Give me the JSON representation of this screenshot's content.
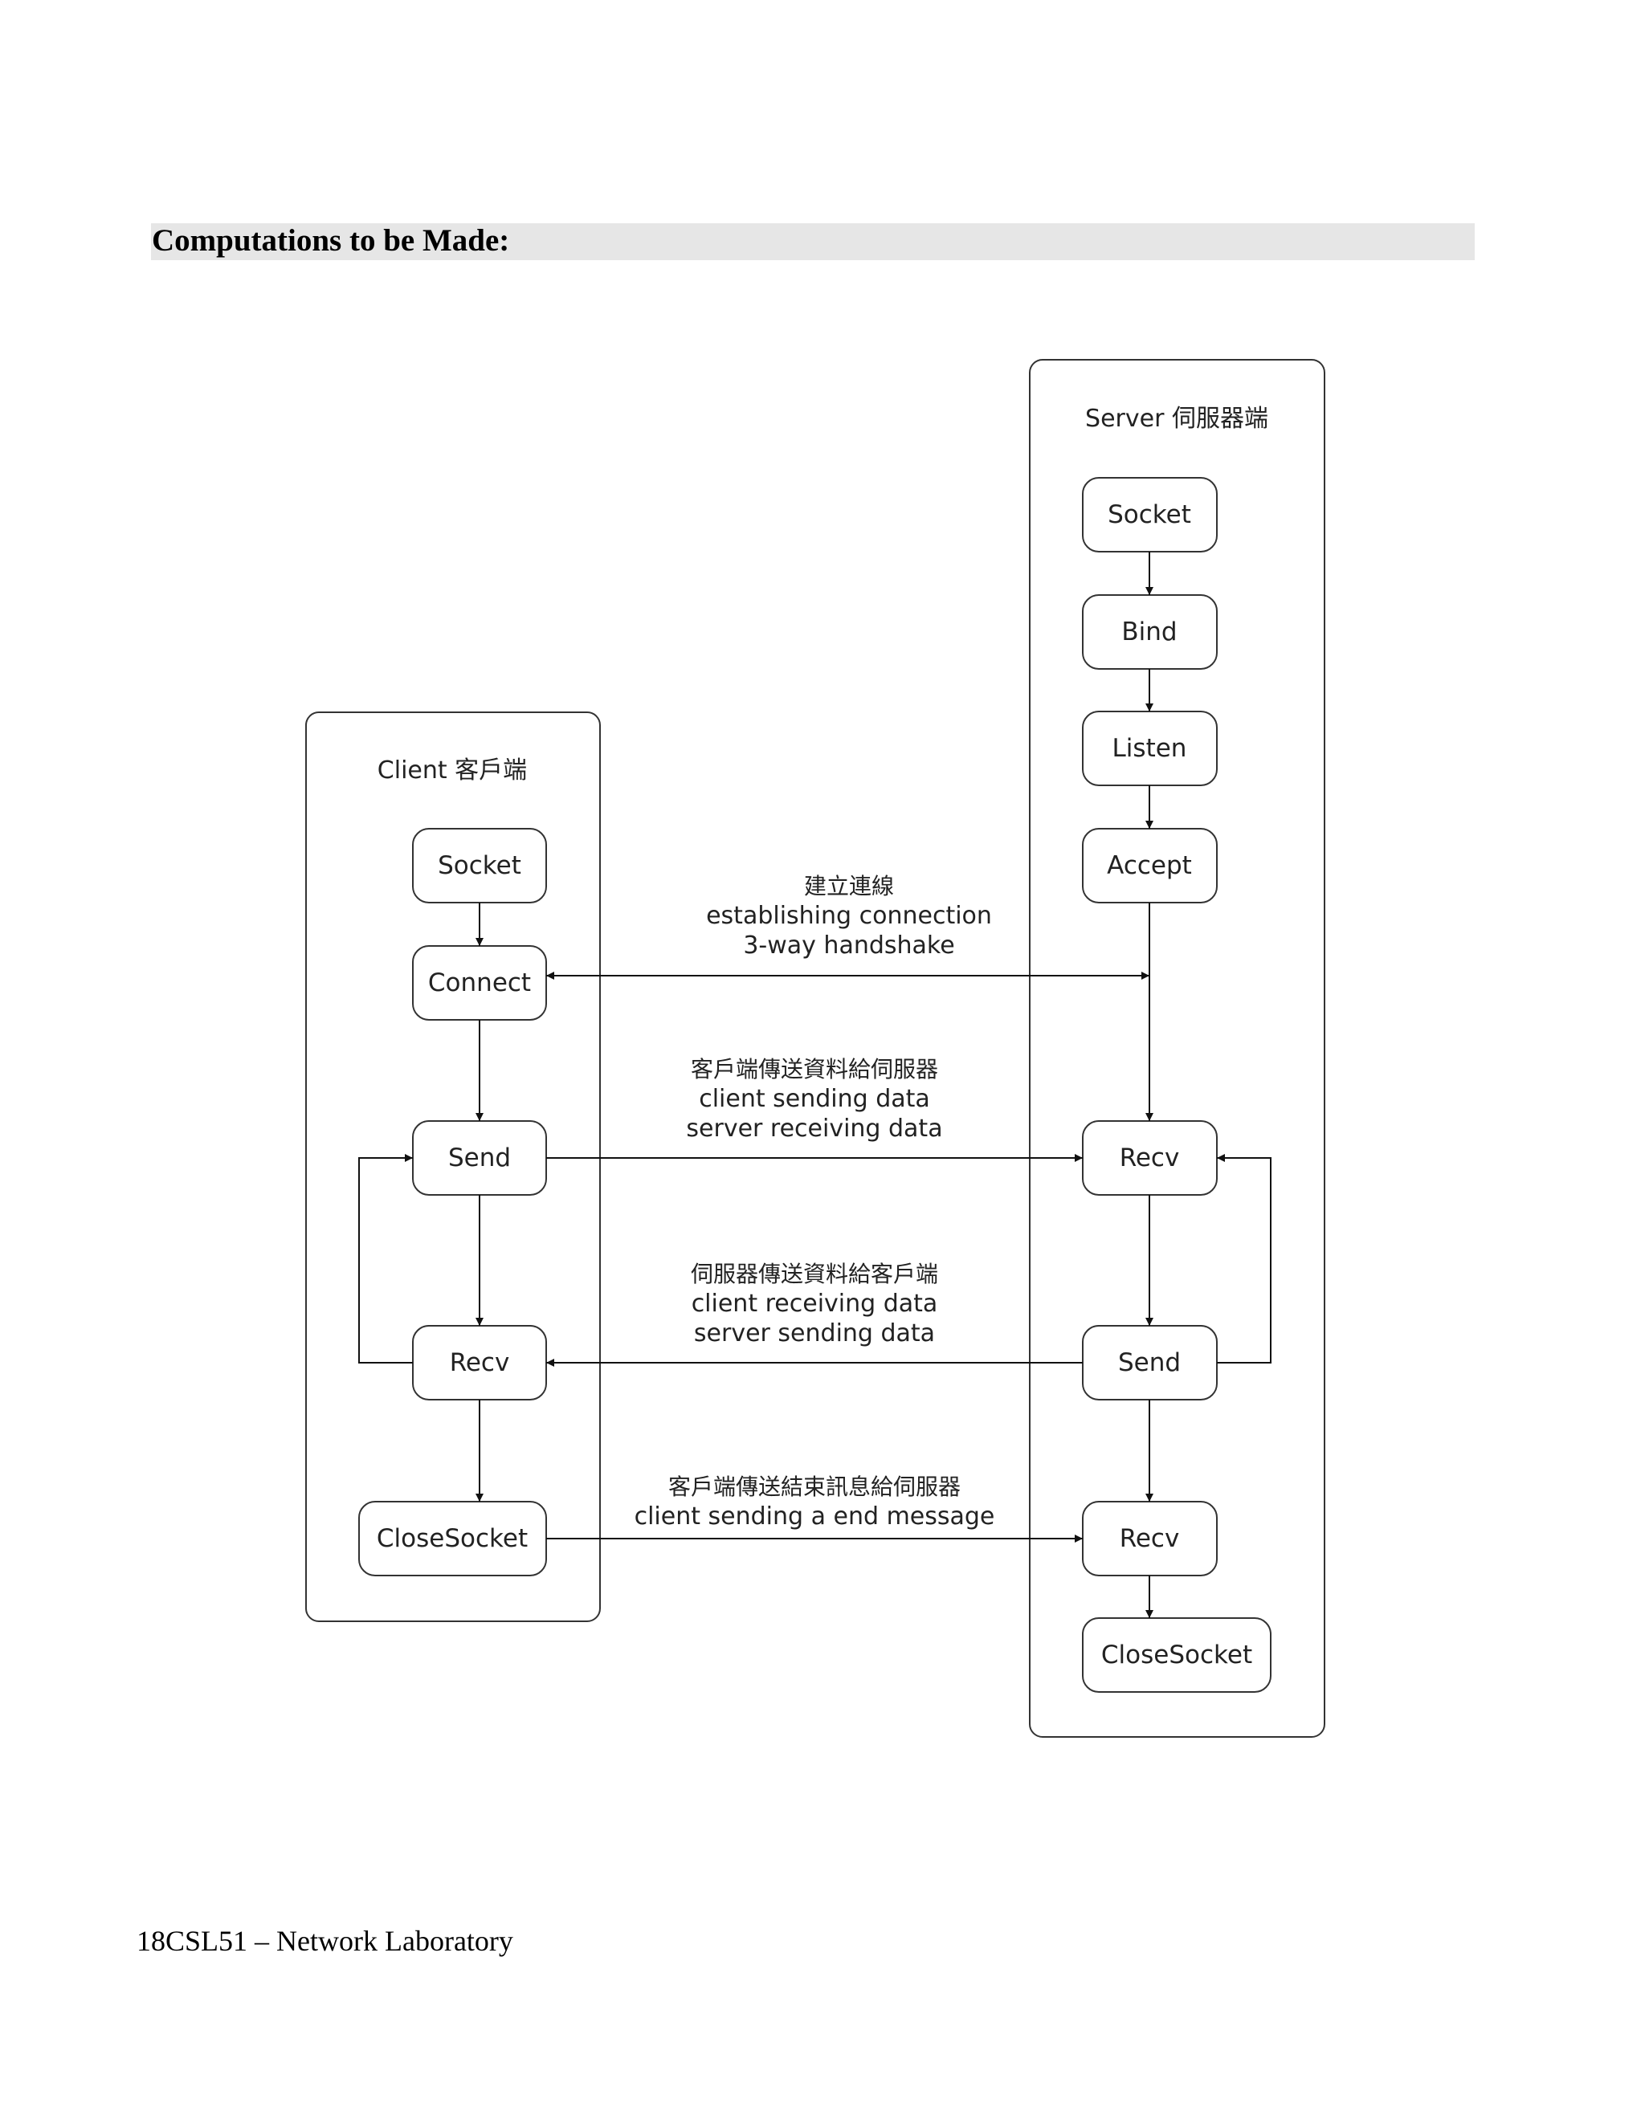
{
  "section": {
    "title": "Computations to be Made:"
  },
  "footer": {
    "text": "18CSL51 – Network Laboratory"
  },
  "diagram": {
    "client_label": "Client 客戶端",
    "server_label": "Server 伺服器端",
    "client_nodes": {
      "socket": "Socket",
      "connect": "Connect",
      "send": "Send",
      "recv": "Recv",
      "closesocket": "CloseSocket"
    },
    "server_nodes": {
      "socket": "Socket",
      "bind": "Bind",
      "listen": "Listen",
      "accept": "Accept",
      "recv1": "Recv",
      "send": "Send",
      "recv2": "Recv",
      "closesocket": "CloseSocket"
    },
    "messages": {
      "connect": [
        "建立連線",
        "establishing connection",
        "3-way handshake"
      ],
      "client_send": [
        "客戶端傳送資料給伺服器",
        "client sending data",
        "server receiving data"
      ],
      "server_send": [
        "伺服器傳送資料給客戶端",
        "client receiving data",
        "server sending data"
      ],
      "end": [
        "客戶端傳送結束訊息給伺服器",
        "client sending a end message"
      ]
    }
  }
}
